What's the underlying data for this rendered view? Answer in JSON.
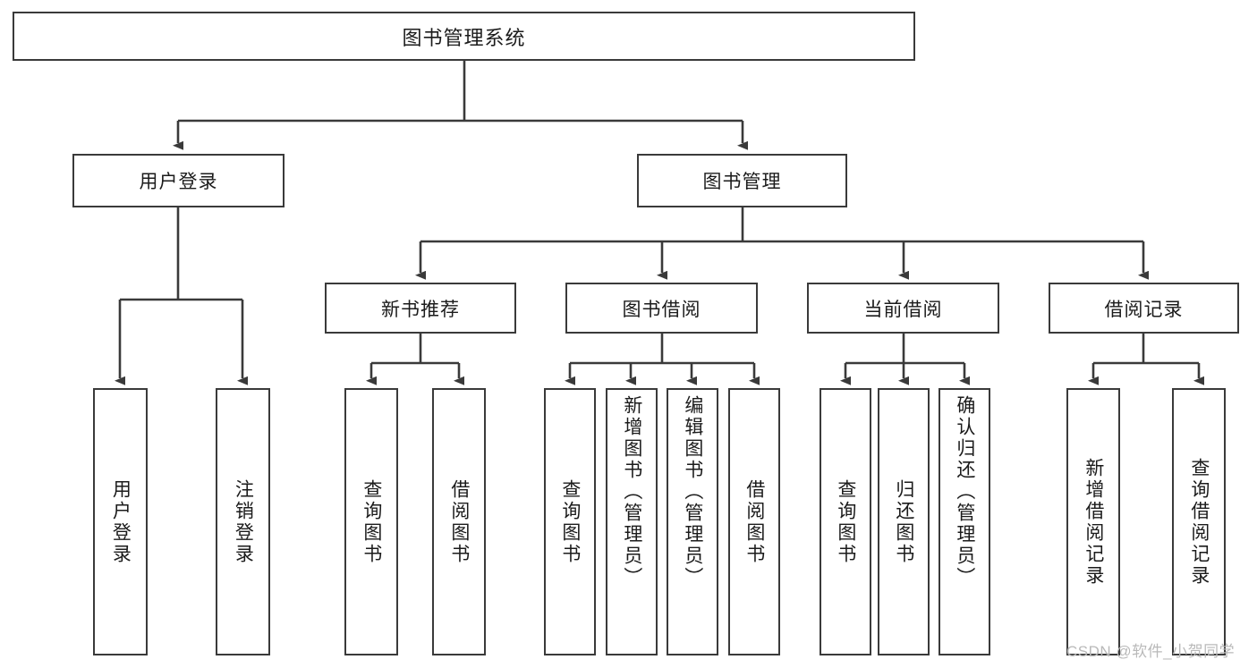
{
  "diagram": {
    "title": "图书管理系统",
    "type": "tree-structure-chart",
    "colors": {
      "stroke": "#3a3a3a",
      "text": "#1b1b1b",
      "background": "#ffffff",
      "watermark": "#b9b9b9"
    }
  },
  "root": {
    "label": "图书管理系统"
  },
  "level2": [
    {
      "label": "用户登录"
    },
    {
      "label": "图书管理"
    }
  ],
  "level3": [
    {
      "label": "新书推荐"
    },
    {
      "label": "图书借阅"
    },
    {
      "label": "当前借阅"
    },
    {
      "label": "借阅记录"
    }
  ],
  "leaves": {
    "user_login": [
      {
        "label": "用户登录"
      },
      {
        "label": "注销登录"
      }
    ],
    "new_book": [
      {
        "label": "查询图书"
      },
      {
        "label": "借阅图书"
      }
    ],
    "book_borrow": [
      {
        "label": "查询图书"
      },
      {
        "label": "新增图书（管理员）"
      },
      {
        "label": "编辑图书（管理员）"
      },
      {
        "label": "借阅图书"
      }
    ],
    "current_borrow": [
      {
        "label": "查询图书"
      },
      {
        "label": "归还图书"
      },
      {
        "label": "确认归还（管理员）"
      }
    ],
    "borrow_record": [
      {
        "label": "新增借阅记录"
      },
      {
        "label": "查询借阅记录"
      }
    ]
  },
  "watermark": {
    "text": "CSDN @软件_小贺同学"
  }
}
